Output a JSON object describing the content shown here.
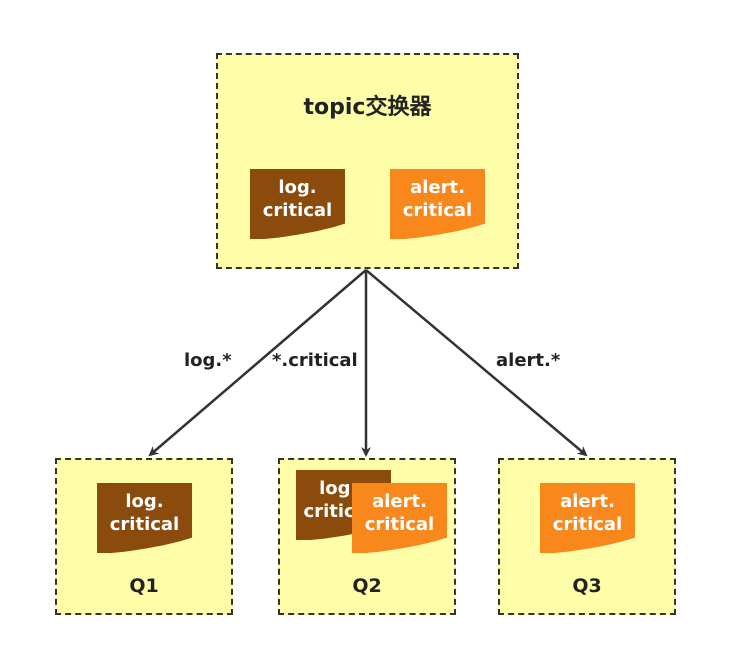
{
  "exchange": {
    "title": "topic交换器",
    "messages": [
      {
        "text": "log.\ncritical",
        "color": "#8a4b0d"
      },
      {
        "text": "alert.\ncritical",
        "color": "#f8881c"
      }
    ]
  },
  "bindings": [
    {
      "label": "log.*",
      "target": "Q1"
    },
    {
      "label": "*.critical",
      "target": "Q2"
    },
    {
      "label": "alert.*",
      "target": "Q3"
    }
  ],
  "queues": [
    {
      "name": "Q1",
      "messages": [
        "log.\ncritical"
      ]
    },
    {
      "name": "Q2",
      "messages": [
        "log.\ncritical",
        "alert.\ncritical"
      ]
    },
    {
      "name": "Q3",
      "messages": [
        "alert.\ncritical"
      ]
    }
  ],
  "colors": {
    "box_fill": "#fefea8",
    "box_border": "#333333",
    "log_message": "#8a4b0d",
    "alert_message": "#f8881c",
    "arrow": "#333333"
  }
}
